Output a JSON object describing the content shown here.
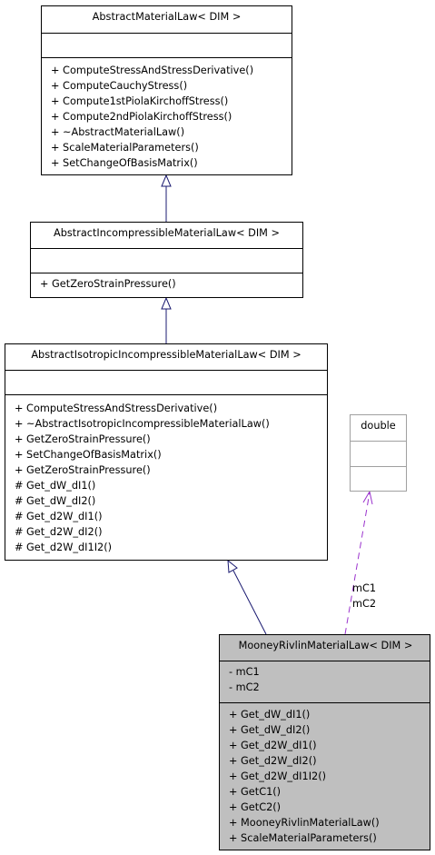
{
  "classes": {
    "abstract_material_law": {
      "name": "AbstractMaterialLaw< DIM >",
      "attributes": [],
      "methods": [
        "+ ComputeStressAndStressDerivative()",
        "+ ComputeCauchyStress()",
        "+ Compute1stPiolaKirchoffStress()",
        "+ Compute2ndPiolaKirchoffStress()",
        "+ ~AbstractMaterialLaw()",
        "+ ScaleMaterialParameters()",
        "+ SetChangeOfBasisMatrix()"
      ]
    },
    "abstract_incompressible": {
      "name": "AbstractIncompressibleMaterialLaw< DIM >",
      "attributes": [],
      "methods": [
        "+ GetZeroStrainPressure()"
      ]
    },
    "abstract_isotropic": {
      "name": "AbstractIsotropicIncompressibleMaterialLaw< DIM >",
      "attributes": [],
      "methods": [
        "+ ComputeStressAndStressDerivative()",
        "+ ~AbstractIsotropicIncompressibleMaterialLaw()",
        "+ GetZeroStrainPressure()",
        "+ SetChangeOfBasisMatrix()",
        "+ GetZeroStrainPressure()",
        "# Get_dW_dI1()",
        "# Get_dW_dI2()",
        "# Get_d2W_dI1()",
        "# Get_d2W_dI2()",
        "# Get_d2W_dI1I2()"
      ]
    },
    "double": {
      "name": "double",
      "attributes": [],
      "methods": []
    },
    "mooney_rivlin": {
      "name": "MooneyRivlinMaterialLaw< DIM >",
      "attributes": [
        "- mC1",
        "- mC2"
      ],
      "methods": [
        "+ Get_dW_dI1()",
        "+ Get_dW_dI2()",
        "+ Get_d2W_dI1()",
        "+ Get_d2W_dI2()",
        "+ Get_d2W_dI1I2()",
        "+ GetC1()",
        "+ GetC2()",
        "+ MooneyRivlinMaterialLaw()",
        "+ ScaleMaterialParameters()"
      ]
    }
  },
  "edge_labels": {
    "usage": [
      "mC1",
      "mC2"
    ]
  },
  "colors": {
    "inheritance": "#191970",
    "usage": "#9a32cd",
    "selected_fill": "#bfbfbf",
    "gray_border": "#a0a0a0"
  }
}
